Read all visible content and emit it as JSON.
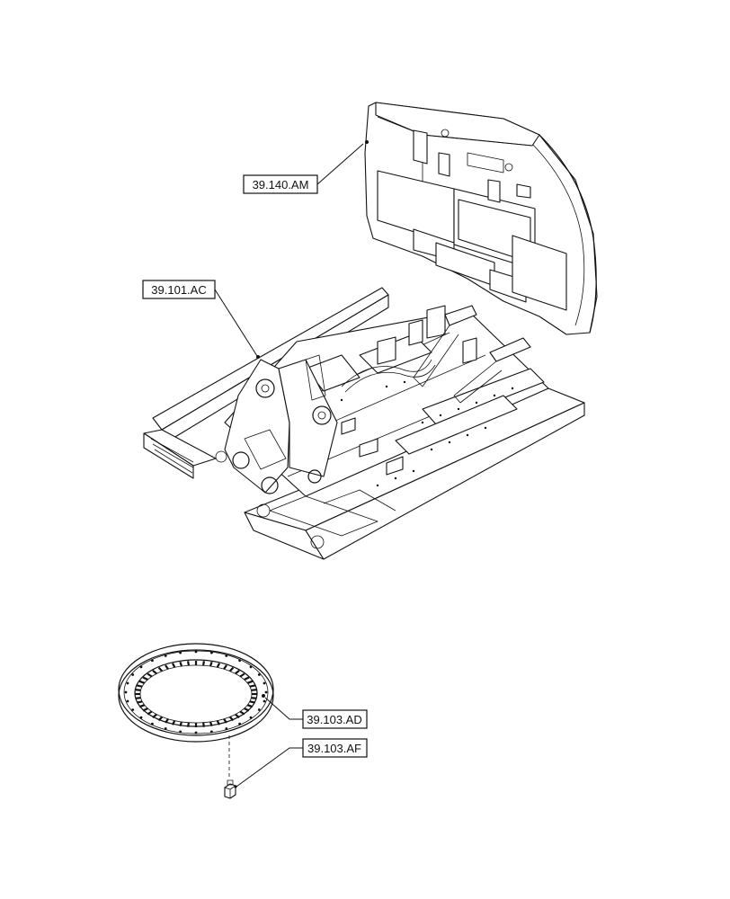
{
  "callouts": {
    "counterweight": "39.140.AM",
    "upper_frame": "39.101.AC",
    "slewing_ring": "39.103.AD",
    "bolt": "39.103.AF"
  }
}
